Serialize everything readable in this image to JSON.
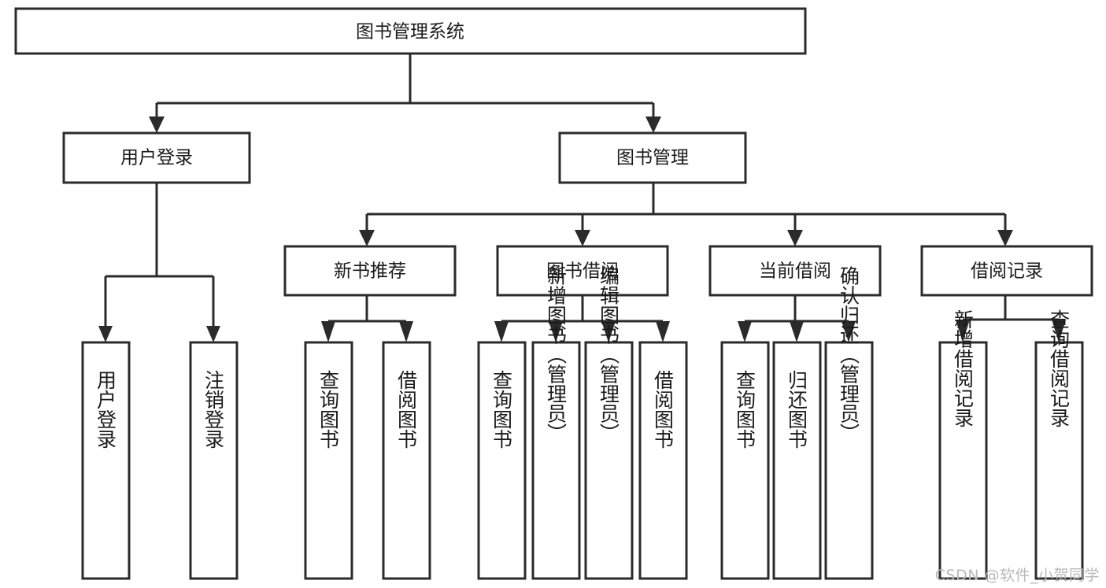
{
  "diagram": {
    "title": "图书管理系统",
    "type": "tree-hierarchy",
    "watermark": "CSDN @软件_小贺同学",
    "colors": {
      "stroke": "#2b2b2b",
      "fill": "#ffffff",
      "text": "#1a1a1a",
      "watermark": "#b9b9b9",
      "background": "#ffffff"
    },
    "nodes": {
      "root": {
        "label": "图书管理系统"
      },
      "level2": [
        {
          "id": "user-login",
          "label": "用户登录"
        },
        {
          "id": "book-management",
          "label": "图书管理"
        }
      ],
      "level3": [
        {
          "id": "new-book-recommend",
          "label": "新书推荐"
        },
        {
          "id": "book-borrow",
          "label": "图书借阅"
        },
        {
          "id": "current-borrow",
          "label": "当前借阅"
        },
        {
          "id": "borrow-record",
          "label": "借阅记录"
        }
      ],
      "leaves": {
        "user-login": [
          {
            "id": "leaf-user-login",
            "label": "用户登录"
          },
          {
            "id": "leaf-user-logout",
            "label": "注销登录"
          }
        ],
        "new-book-recommend": [
          {
            "id": "leaf-query-book-1",
            "label": "查询图书"
          },
          {
            "id": "leaf-borrow-book-1",
            "label": "借阅图书"
          }
        ],
        "book-borrow": [
          {
            "id": "leaf-query-book-2",
            "label": "查询图书"
          },
          {
            "id": "leaf-add-book",
            "label": "新增图书（管理员）"
          },
          {
            "id": "leaf-edit-book",
            "label": "编辑图书（管理员）"
          },
          {
            "id": "leaf-borrow-book-2",
            "label": "借阅图书"
          }
        ],
        "current-borrow": [
          {
            "id": "leaf-query-book-3",
            "label": "查询图书"
          },
          {
            "id": "leaf-return-book",
            "label": "归还图书"
          },
          {
            "id": "leaf-confirm-return",
            "label": "确认归还（管理员）"
          }
        ],
        "borrow-record": [
          {
            "id": "leaf-add-record",
            "label": "新增借阅记录"
          },
          {
            "id": "leaf-query-record",
            "label": "查询借阅记录"
          }
        ]
      }
    }
  }
}
